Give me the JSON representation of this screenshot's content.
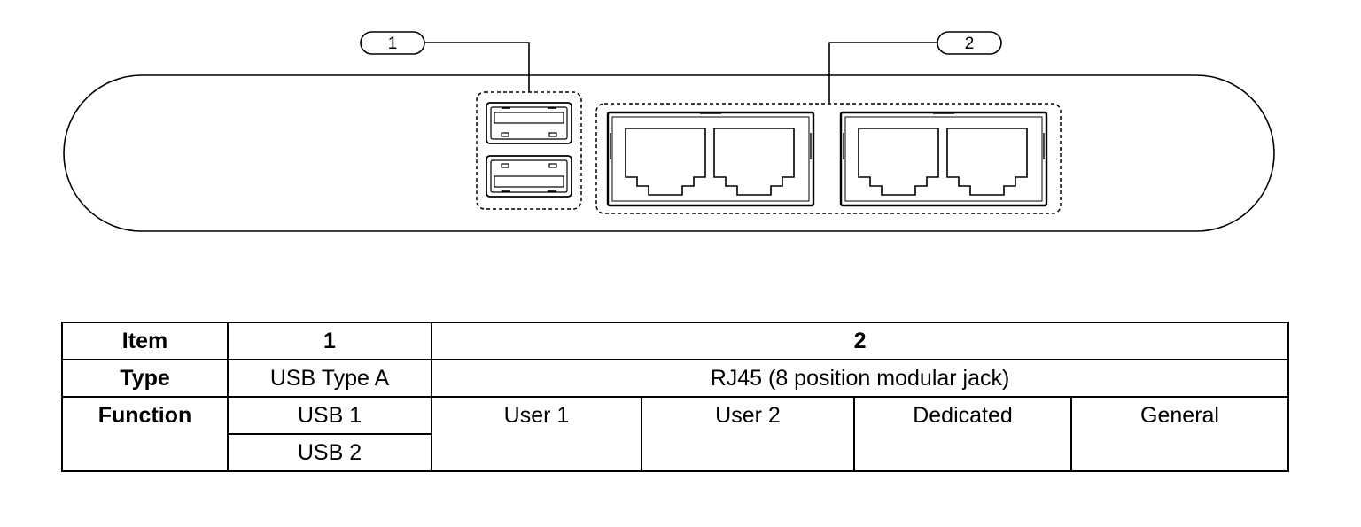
{
  "callouts": [
    {
      "label": "1",
      "target": "USB ports group"
    },
    {
      "label": "2",
      "target": "RJ45 ports group"
    }
  ],
  "icons": {
    "usb_port": "usb-port-icon",
    "rj45_port": "rj45-jack-icon"
  },
  "colors": {
    "line": "#000000",
    "background": "#ffffff"
  },
  "table": {
    "row_item": {
      "header": "Item",
      "col1": "1",
      "col2": "2"
    },
    "row_type": {
      "header": "Type",
      "col1": "USB Type A",
      "col2": "RJ45 (8 position modular jack)"
    },
    "row_function": {
      "header": "Function",
      "usb": [
        "USB 1",
        "USB 2"
      ],
      "rj45": [
        "User 1",
        "User 2",
        "Dedicated",
        "General"
      ]
    }
  }
}
